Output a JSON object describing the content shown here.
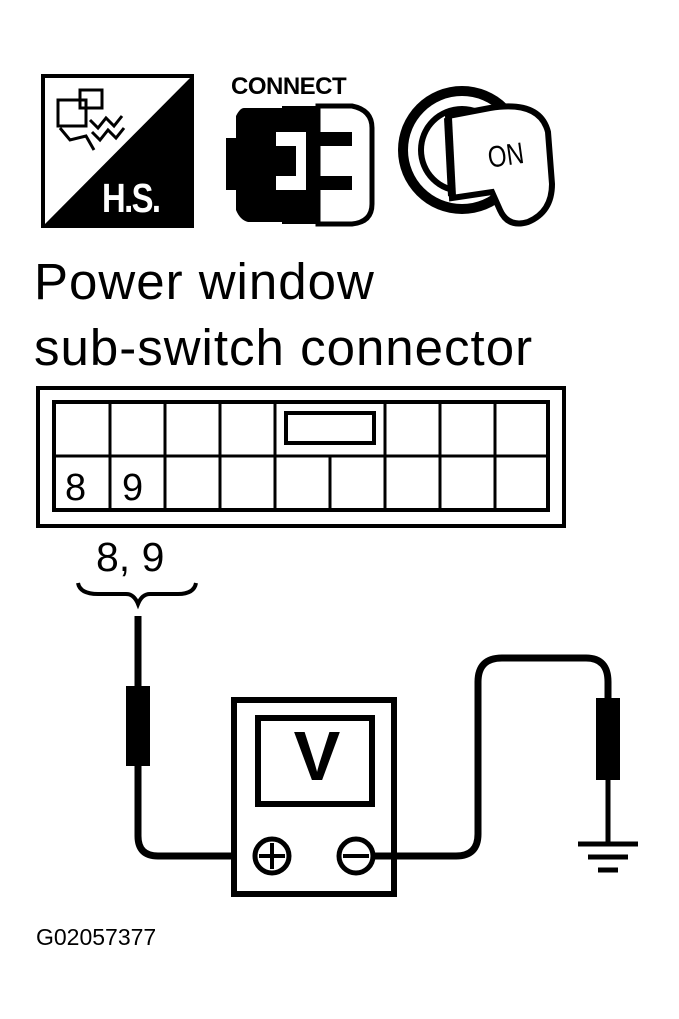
{
  "title": {
    "line1": "Power window",
    "line2": "sub-switch connector"
  },
  "icons": {
    "harness_side": {
      "name": "harness-side-icon",
      "label": "H.S."
    },
    "connect": {
      "name": "connect-icon",
      "label": "CONNECT"
    },
    "ignition": {
      "name": "ignition-key-icon",
      "label": "ON"
    }
  },
  "connector": {
    "pin_labels": [
      "8",
      "9"
    ]
  },
  "probe": {
    "pins": "8, 9"
  },
  "voltmeter": {
    "label": "V",
    "positive_icon": "plus-terminal-icon",
    "negative_icon": "minus-terminal-icon"
  },
  "ground_icon": "ground-icon",
  "figure_id": "G02057377",
  "colors": {
    "ink": "#000000",
    "paper": "#ffffff"
  }
}
